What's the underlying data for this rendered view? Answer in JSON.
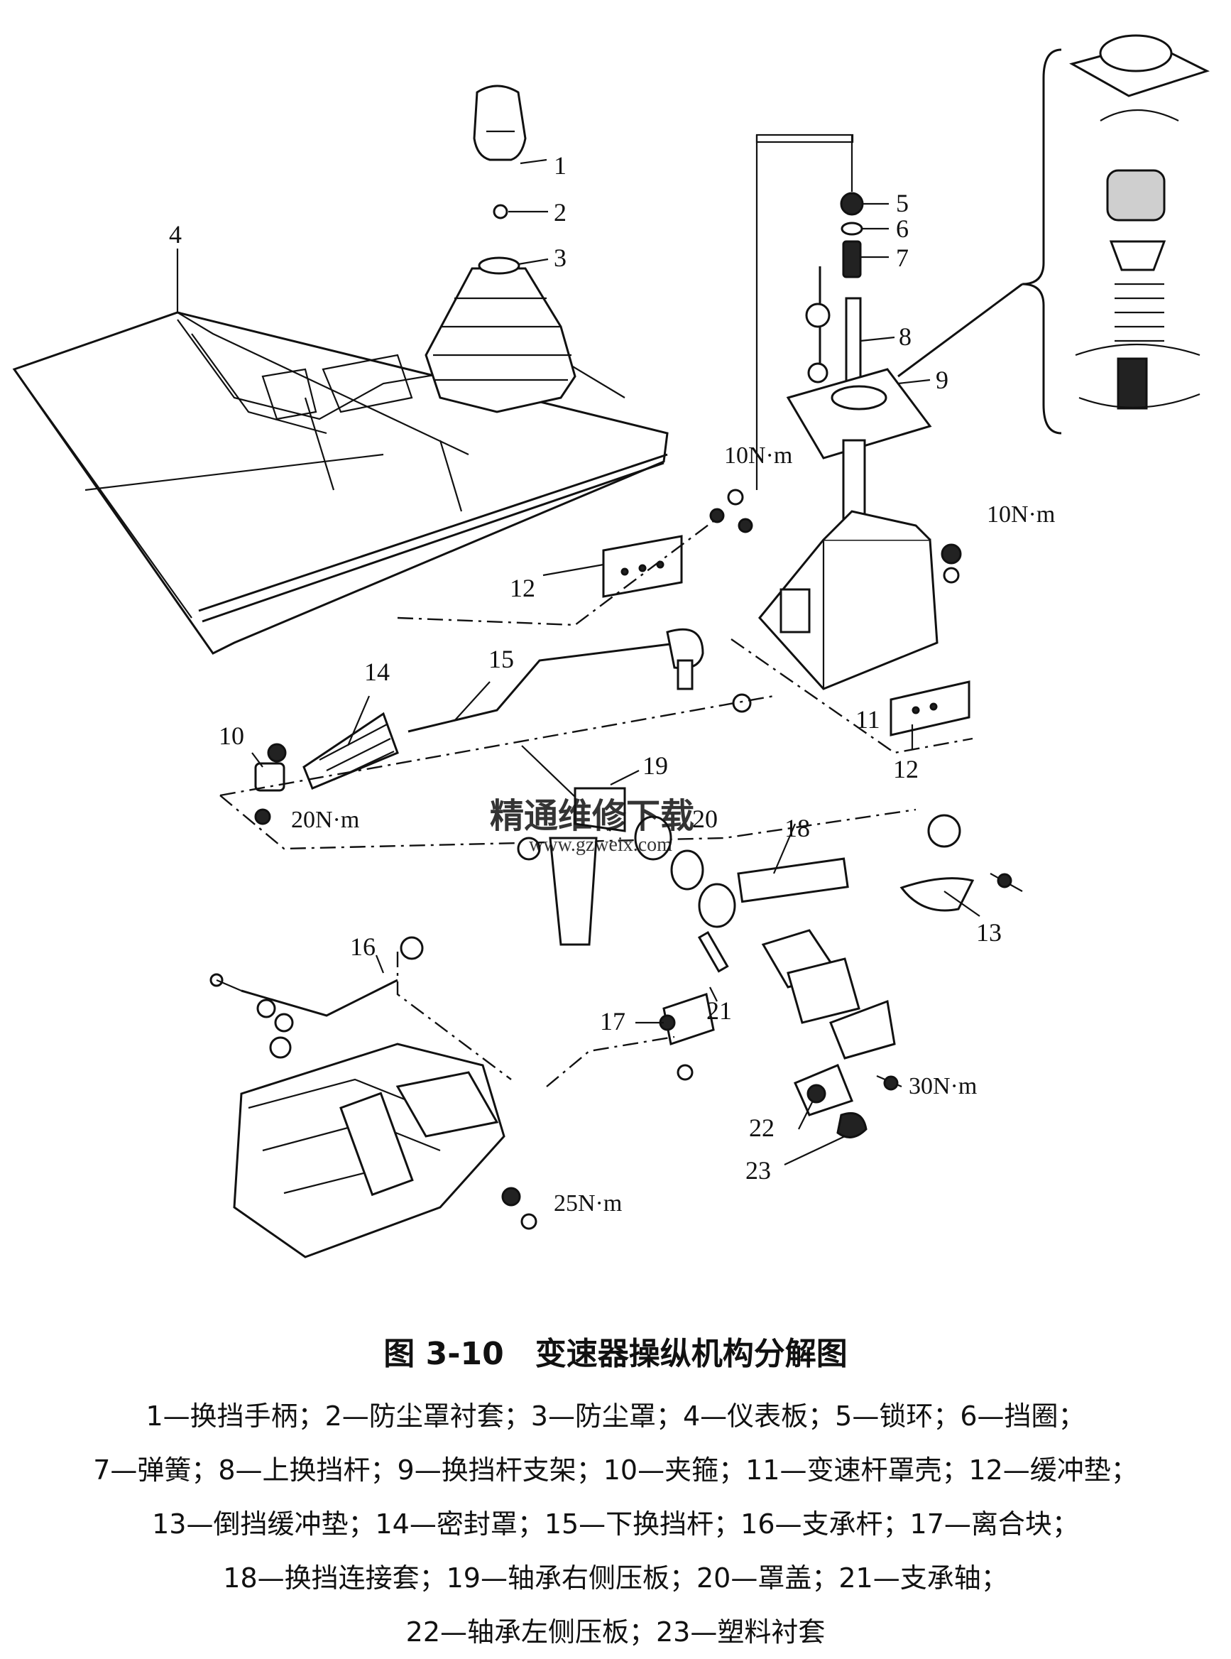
{
  "figure": {
    "title": "图 3-10　变速器操纵机构分解图",
    "legend_lines": [
      "1—换挡手柄；2—防尘罩衬套；3—防尘罩；4—仪表板；5—锁环；6—挡圈；",
      "7—弹簧；8—上换挡杆；9—换挡杆支架；10—夹箍；11—变速杆罩壳；12—缓冲垫；",
      "13—倒挡缓冲垫；14—密封罩；15—下换挡杆；16—支承杆；17—离合块；",
      "18—换挡连接套；19—轴承右侧压板；20—罩盖；21—支承轴；",
      "22—轴承左侧压板；23—塑料衬套"
    ]
  },
  "callouts": {
    "c1": "1",
    "c2": "2",
    "c3": "3",
    "c4": "4",
    "c5": "5",
    "c6": "6",
    "c7": "7",
    "c8": "8",
    "c9": "9",
    "c10": "10",
    "c11": "11",
    "c12a": "12",
    "c12b": "12",
    "c13": "13",
    "c14": "14",
    "c15": "15",
    "c16": "16",
    "c17": "17",
    "c18": "18",
    "c19": "19",
    "c20": "20",
    "c21": "21",
    "c22": "22",
    "c23": "23"
  },
  "torques": {
    "t_10a": "10N·m",
    "t_10b": "10N·m",
    "t_20": "20N·m",
    "t_30": "30N·m",
    "t_25": "25N·m"
  },
  "watermark": {
    "line1": "精通维修下载",
    "line2": "www.gzweix.com"
  }
}
